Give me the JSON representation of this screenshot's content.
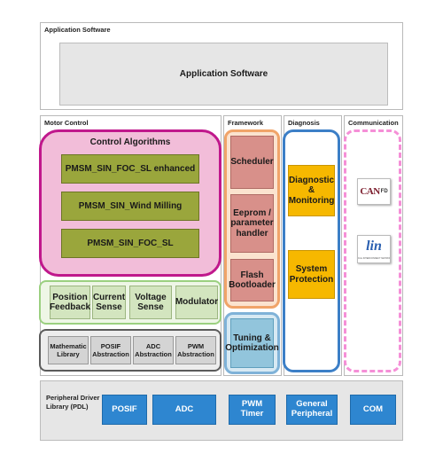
{
  "application": {
    "section_label": "Application Software",
    "box_label": "Application Software"
  },
  "motor_control": {
    "section_label": "Motor Control",
    "control_algorithms": {
      "title": "Control Algorithms",
      "items": [
        "PMSM_SIN_FOC_SL enhanced",
        "PMSM_SIN_Wind Milling",
        "PMSM_SIN_FOC_SL"
      ]
    },
    "sensing": [
      "Position Feedback",
      "Current Sense",
      "Voltage Sense",
      "Modulator"
    ],
    "libraries": [
      "Mathematic Library",
      "POSIF Abstraction",
      "ADC Abstraction",
      "PWM Abstraction"
    ]
  },
  "framework": {
    "section_label": "Framework",
    "items": [
      "Scheduler",
      "Eeprom / parameter handler",
      "Flash Bootloader"
    ],
    "tuning": "Tuning & Optimization"
  },
  "diagnosis": {
    "section_label": "Diagnosis",
    "items": [
      "Diagnostic & Monitoring",
      "System Protection"
    ]
  },
  "communication": {
    "section_label": "Communication",
    "logos": [
      {
        "name": "can-fd-logo",
        "text": "CAN",
        "superscript": "FD"
      },
      {
        "name": "lin-logo",
        "text": "lin",
        "tagline": "LOCAL INTERCONNECT NETWORK"
      }
    ]
  },
  "pdl": {
    "label": "Peripheral Driver Library (PDL)",
    "items": [
      "POSIF",
      "ADC",
      "PWM Timer",
      "General Peripheral",
      "COM"
    ]
  },
  "colors": {
    "control_border": "#c0188c",
    "control_fill": "#f2bdd9",
    "olive": "#9aa63c",
    "framework_border": "#f0a469",
    "diagnosis_border": "#3c7fc7",
    "communication_border": "#f58fd7",
    "sensing_border": "#9bd080",
    "library_border": "#5b5b5b",
    "tuning_border": "#7fb2d8",
    "pdl_box": "#2e86d0"
  }
}
